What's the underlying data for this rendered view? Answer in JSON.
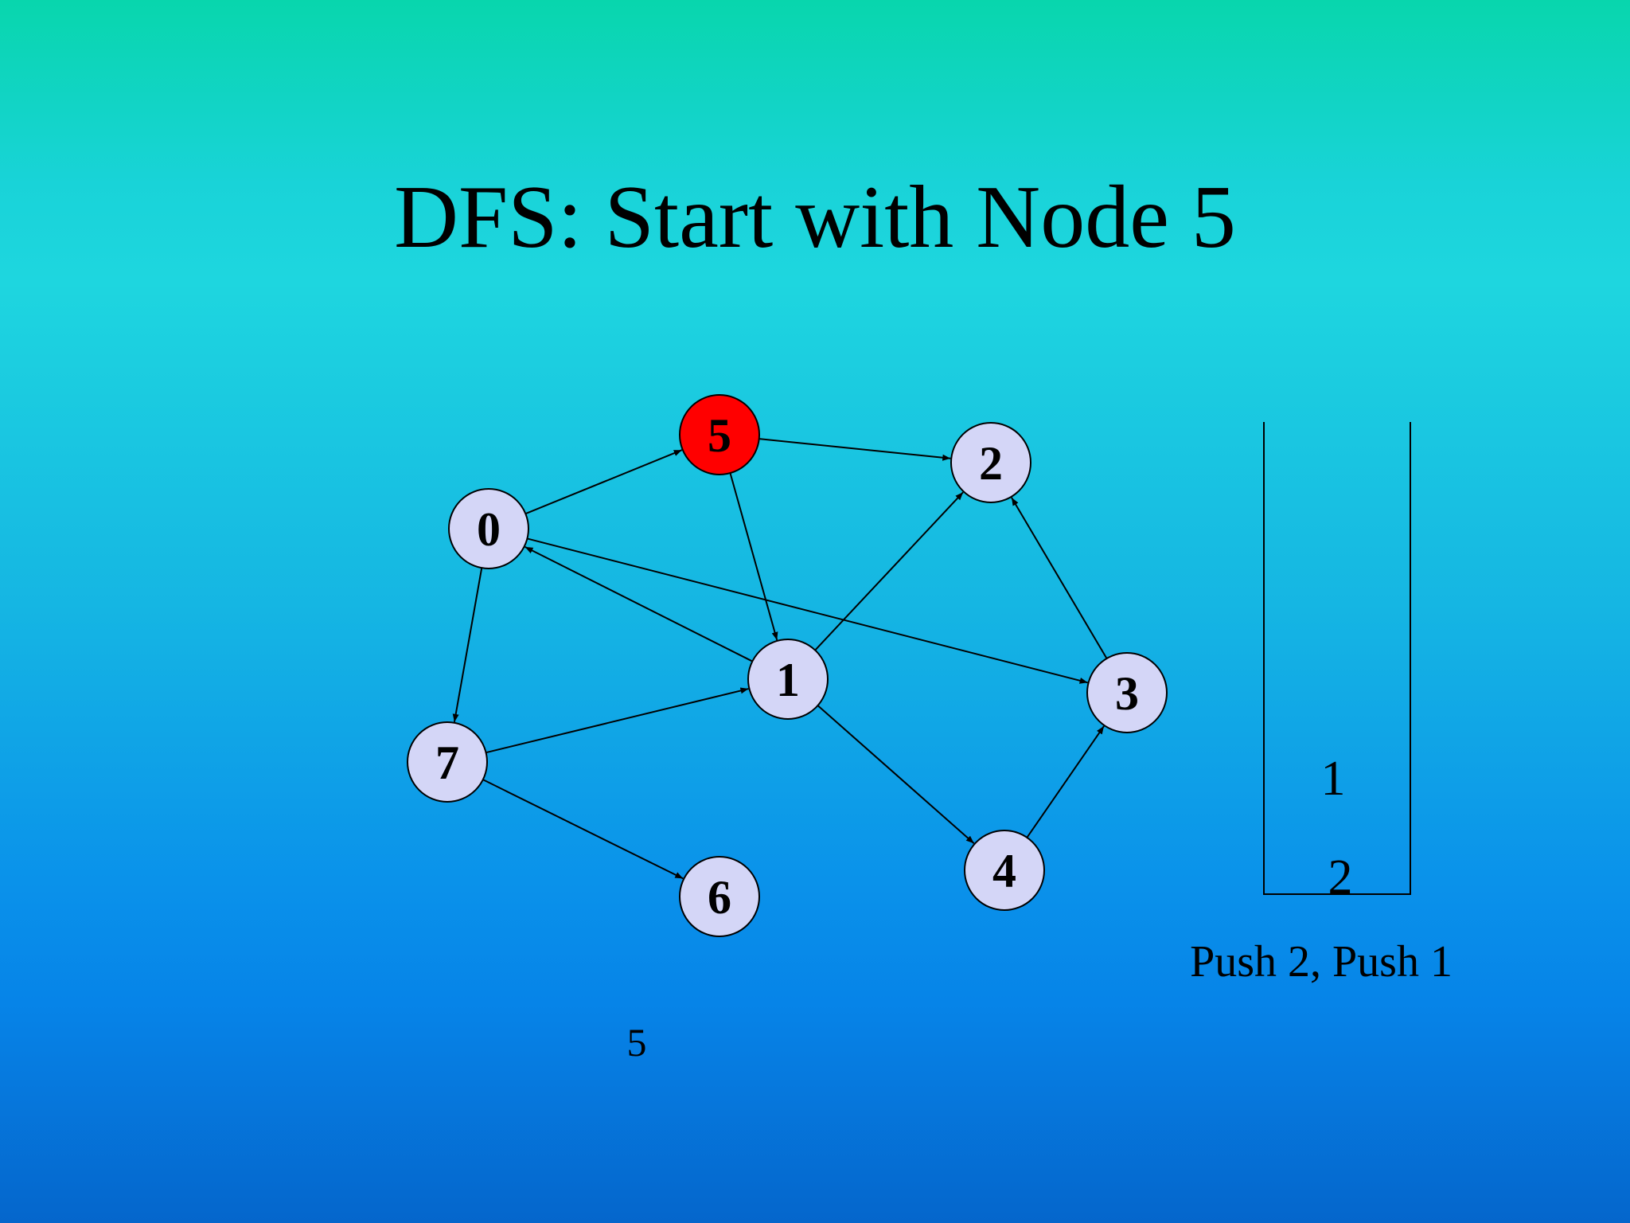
{
  "slide": {
    "title": "DFS: Start with Node 5"
  },
  "graph": {
    "nodes": [
      {
        "id": "0",
        "label": "0",
        "highlighted": false
      },
      {
        "id": "1",
        "label": "1",
        "highlighted": false
      },
      {
        "id": "2",
        "label": "2",
        "highlighted": false
      },
      {
        "id": "3",
        "label": "3",
        "highlighted": false
      },
      {
        "id": "4",
        "label": "4",
        "highlighted": false
      },
      {
        "id": "5",
        "label": "5",
        "highlighted": true
      },
      {
        "id": "6",
        "label": "6",
        "highlighted": false
      },
      {
        "id": "7",
        "label": "7",
        "highlighted": false
      }
    ],
    "edges": [
      {
        "from": "0",
        "to": "5"
      },
      {
        "from": "5",
        "to": "2"
      },
      {
        "from": "5",
        "to": "1"
      },
      {
        "from": "0",
        "to": "3"
      },
      {
        "from": "1",
        "to": "0"
      },
      {
        "from": "1",
        "to": "2"
      },
      {
        "from": "3",
        "to": "2"
      },
      {
        "from": "0",
        "to": "7"
      },
      {
        "from": "7",
        "to": "1"
      },
      {
        "from": "1",
        "to": "4"
      },
      {
        "from": "4",
        "to": "3"
      },
      {
        "from": "7",
        "to": "6"
      }
    ],
    "colors": {
      "node_fill": "#d4d6f7",
      "node_highlight_fill": "#ff0000",
      "node_stroke": "#000000",
      "edge": "#000000"
    }
  },
  "stack": {
    "items": [
      "1",
      "2"
    ]
  },
  "action": "Push 2, Push 1",
  "visited": "5"
}
